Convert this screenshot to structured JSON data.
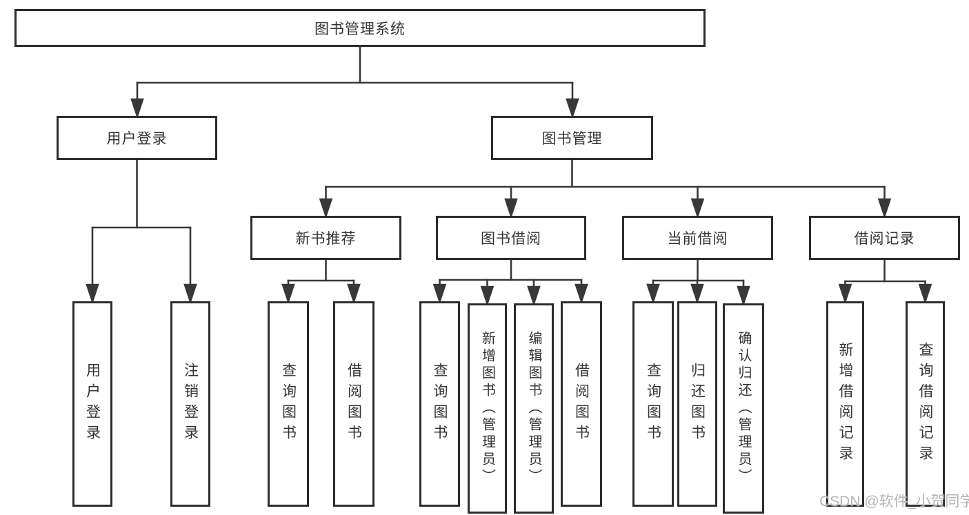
{
  "diagram_title": "图书管理系统",
  "nodes": {
    "root": {
      "label": "图书管理系统"
    },
    "user_login": {
      "label": "用户登录"
    },
    "book_mgmt": {
      "label": "图书管理"
    },
    "new_book_rec": {
      "label": "新书推荐"
    },
    "book_borrow": {
      "label": "图书借阅"
    },
    "current_borrow": {
      "label": "当前借阅"
    },
    "borrow_records": {
      "label": "借阅记录"
    },
    "leaf_user_login": {
      "label": "用户登录"
    },
    "leaf_logout": {
      "label": "注销登录"
    },
    "leaf_nbr_query": {
      "label": "查询图书"
    },
    "leaf_nbr_borrow": {
      "label": "借阅图书"
    },
    "leaf_bb_query": {
      "label": "查询图书"
    },
    "leaf_bb_add": {
      "label": "新增图书（管理员）"
    },
    "leaf_bb_edit": {
      "label": "编辑图书（管理员）"
    },
    "leaf_bb_borrow": {
      "label": "借阅图书"
    },
    "leaf_cb_query": {
      "label": "查询图书"
    },
    "leaf_cb_return": {
      "label": "归还图书"
    },
    "leaf_cb_confirm": {
      "label": "确认归还（管理员）"
    },
    "leaf_br_add": {
      "label": "新增借阅记录"
    },
    "leaf_br_query": {
      "label": "查询借阅记录"
    }
  },
  "edges": [
    {
      "from": "root",
      "to": "user_login"
    },
    {
      "from": "root",
      "to": "book_mgmt"
    },
    {
      "from": "user_login",
      "to": "leaf_user_login"
    },
    {
      "from": "user_login",
      "to": "leaf_logout"
    },
    {
      "from": "book_mgmt",
      "to": "new_book_rec"
    },
    {
      "from": "book_mgmt",
      "to": "book_borrow"
    },
    {
      "from": "book_mgmt",
      "to": "current_borrow"
    },
    {
      "from": "book_mgmt",
      "to": "borrow_records"
    },
    {
      "from": "new_book_rec",
      "to": "leaf_nbr_query"
    },
    {
      "from": "new_book_rec",
      "to": "leaf_nbr_borrow"
    },
    {
      "from": "book_borrow",
      "to": "leaf_bb_query"
    },
    {
      "from": "book_borrow",
      "to": "leaf_bb_add"
    },
    {
      "from": "book_borrow",
      "to": "leaf_bb_edit"
    },
    {
      "from": "book_borrow",
      "to": "leaf_bb_borrow"
    },
    {
      "from": "current_borrow",
      "to": "leaf_cb_query"
    },
    {
      "from": "current_borrow",
      "to": "leaf_cb_return"
    },
    {
      "from": "current_borrow",
      "to": "leaf_cb_confirm"
    },
    {
      "from": "borrow_records",
      "to": "leaf_br_add"
    },
    {
      "from": "borrow_records",
      "to": "leaf_br_query"
    }
  ],
  "watermark": "CSDN @软件_小贺同学",
  "colors": {
    "line": "#383838",
    "box_border": "#2c2c2c",
    "box_background": "#ffffff",
    "text": "#333333",
    "watermark": "#b4b4b4",
    "background": "#ffffff"
  }
}
